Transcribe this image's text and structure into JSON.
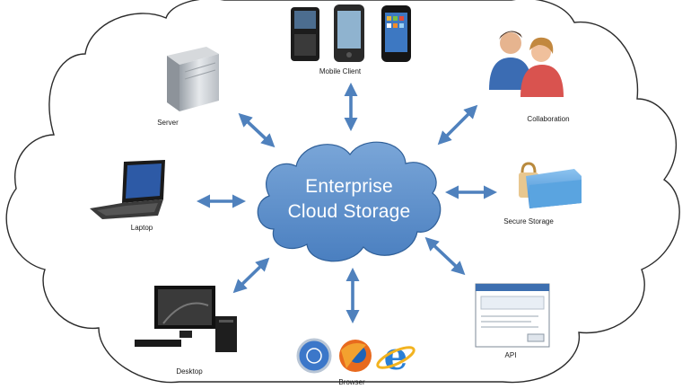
{
  "center": {
    "line1": "Enterprise",
    "line2": "Cloud Storage"
  },
  "nodes": {
    "mobile": "Mobile Client",
    "server": "Server",
    "collaboration": "Collaboration",
    "laptop": "Laptop",
    "secure": "Secure Storage",
    "desktop": "Desktop",
    "browser": "Browser",
    "api": "API"
  },
  "colors": {
    "cloud": "#5d8fc8",
    "arrow": "#4f81bd",
    "outline": "#2b2b2b"
  }
}
